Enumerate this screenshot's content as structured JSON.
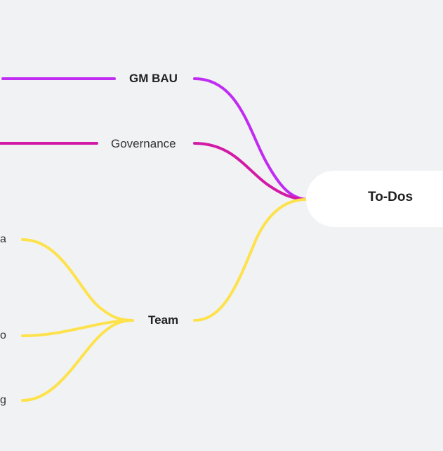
{
  "root": {
    "label": "To-Dos"
  },
  "branches": [
    {
      "label": "GM BAU",
      "color": "#c02cf2"
    },
    {
      "label": "Governance",
      "color": "#d21aa6"
    },
    {
      "label": "Team",
      "color": "#fde24c"
    }
  ],
  "team_children": [
    {
      "label": "a"
    },
    {
      "label": "o"
    },
    {
      "label": "g"
    }
  ]
}
